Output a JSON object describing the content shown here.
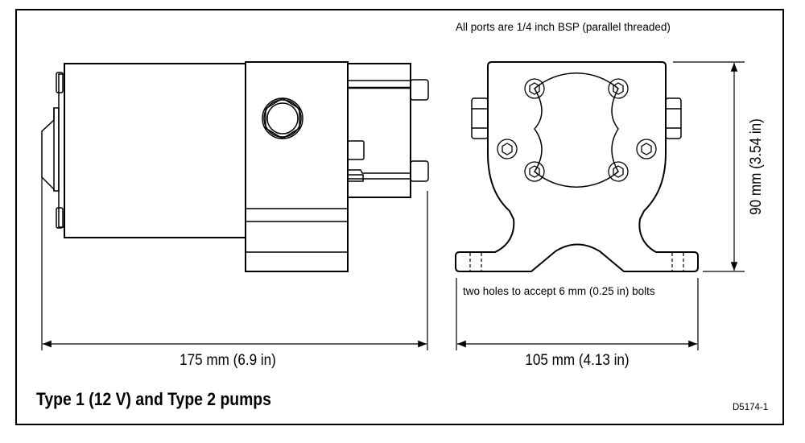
{
  "note_ports": "All ports are 1/4 inch BSP (parallel threaded)",
  "note_holes": "two holes to accept 6 mm (0.25 in) bolts",
  "dimensions": {
    "length": "175 mm (6.9 in)",
    "width": "105 mm (4.13 in)",
    "height": "90 mm (3.54 in)"
  },
  "title": "Type 1 (12 V) and Type 2 pumps",
  "drawing_code": "D5174-1"
}
